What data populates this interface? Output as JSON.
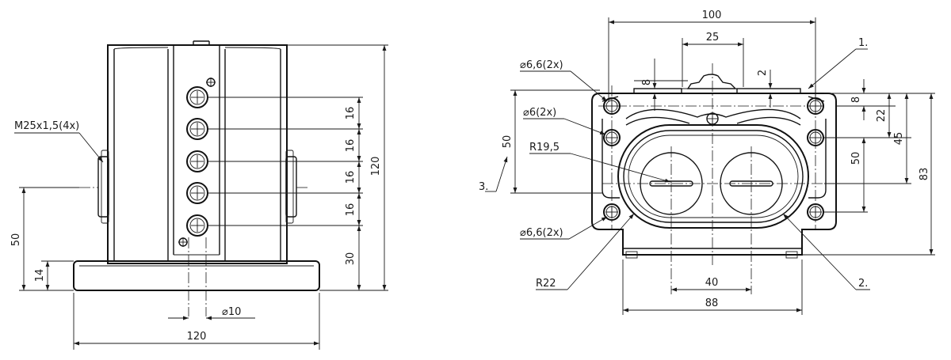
{
  "left_view": {
    "thread": "M25x1,5(4x)",
    "dim_50": "50",
    "dim_14": "14",
    "dim_16_a": "16",
    "dim_16_b": "16",
    "dim_16_c": "16",
    "dim_16_d": "16",
    "dim_30": "30",
    "dim_120_v": "120",
    "dim_hole": "⌀10",
    "dim_120_h": "120"
  },
  "right_view": {
    "dim_100": "100",
    "dim_25": "25",
    "dim_8_top": "8",
    "dim_2": "2",
    "hole_66_top": "⌀6,6(2x)",
    "hole_6": "⌀6(2x)",
    "radius_195": "R19,5",
    "dim_50_left": "50",
    "callout_3": "3.",
    "hole_66_bottom": "⌀6,6(2x)",
    "radius_22": "R22",
    "dim_40": "40",
    "dim_88": "88",
    "callout_1": "1.",
    "callout_2": "2.",
    "dim_8_right": "8",
    "dim_22": "22",
    "dim_50_right": "50",
    "dim_45": "45",
    "dim_83": "83"
  }
}
